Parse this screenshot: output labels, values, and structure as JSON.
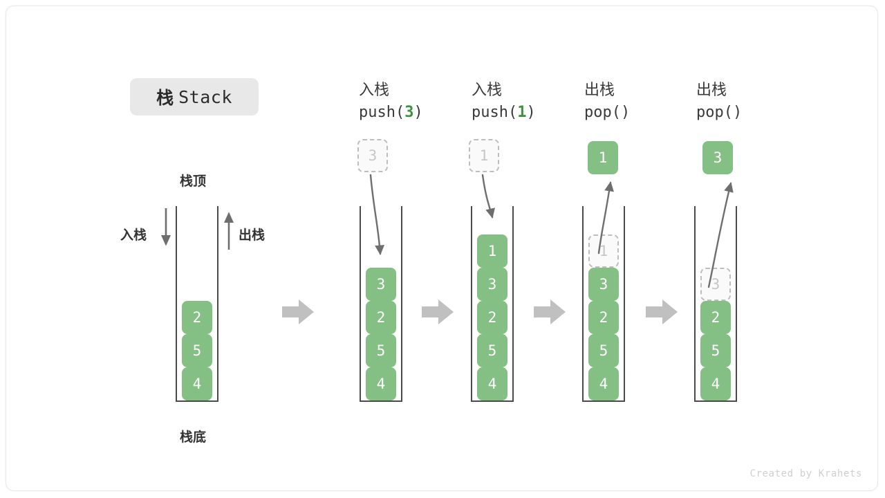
{
  "title": {
    "cn": "栈",
    "en": "Stack"
  },
  "labels": {
    "top": "栈顶",
    "bottom": "栈底",
    "push_side": "入栈",
    "pop_side": "出栈"
  },
  "colors": {
    "cell_fill": "#84bf84",
    "cell_text": "#ffffff",
    "ghost_fill": "#fafafa",
    "ghost_border": "#bdbdbd",
    "ghost_text": "#c6c6c6",
    "accent_green": "#3f9142",
    "wall": "#4a4a4a",
    "arrow_gray": "#c0c0c0",
    "curve_gray": "#6e6e6e",
    "badge_bg": "#e8e8e8"
  },
  "columns": [
    {
      "id": "initial",
      "head_cn": "",
      "head_code": "",
      "head_arg": "",
      "slots": [
        "",
        "",
        "",
        "2",
        "5",
        "4"
      ],
      "slot_kinds": [
        "empty",
        "empty",
        "empty",
        "filled",
        "filled",
        "filled"
      ],
      "float_cell": null,
      "float_kind": null
    },
    {
      "id": "push3",
      "head_cn": "入栈",
      "head_code_pre": "push(",
      "head_arg": "3",
      "head_code_post": ")",
      "slots": [
        "",
        "",
        "3",
        "2",
        "5",
        "4"
      ],
      "slot_kinds": [
        "empty",
        "empty",
        "filled",
        "filled",
        "filled",
        "filled"
      ],
      "float_cell": "3",
      "float_kind": "ghost"
    },
    {
      "id": "push1",
      "head_cn": "入栈",
      "head_code_pre": "push(",
      "head_arg": "1",
      "head_code_post": ")",
      "slots": [
        "",
        "1",
        "3",
        "2",
        "5",
        "4"
      ],
      "slot_kinds": [
        "empty",
        "filled",
        "filled",
        "filled",
        "filled",
        "filled"
      ],
      "float_cell": "1",
      "float_kind": "ghost"
    },
    {
      "id": "pop1",
      "head_cn": "出栈",
      "head_code_pre": "pop(",
      "head_arg": "",
      "head_code_post": ")",
      "slots": [
        "",
        "1",
        "3",
        "2",
        "5",
        "4"
      ],
      "slot_kinds": [
        "empty",
        "ghost",
        "filled",
        "filled",
        "filled",
        "filled"
      ],
      "float_cell": "1",
      "float_kind": "filled"
    },
    {
      "id": "pop3",
      "head_cn": "出栈",
      "head_code_pre": "pop(",
      "head_arg": "",
      "head_code_post": ")",
      "slots": [
        "",
        "",
        "3",
        "2",
        "5",
        "4"
      ],
      "slot_kinds": [
        "empty",
        "empty",
        "ghost",
        "filled",
        "filled",
        "filled"
      ],
      "float_cell": "3",
      "float_kind": "filled"
    }
  ],
  "credit": "Created by Krahets"
}
